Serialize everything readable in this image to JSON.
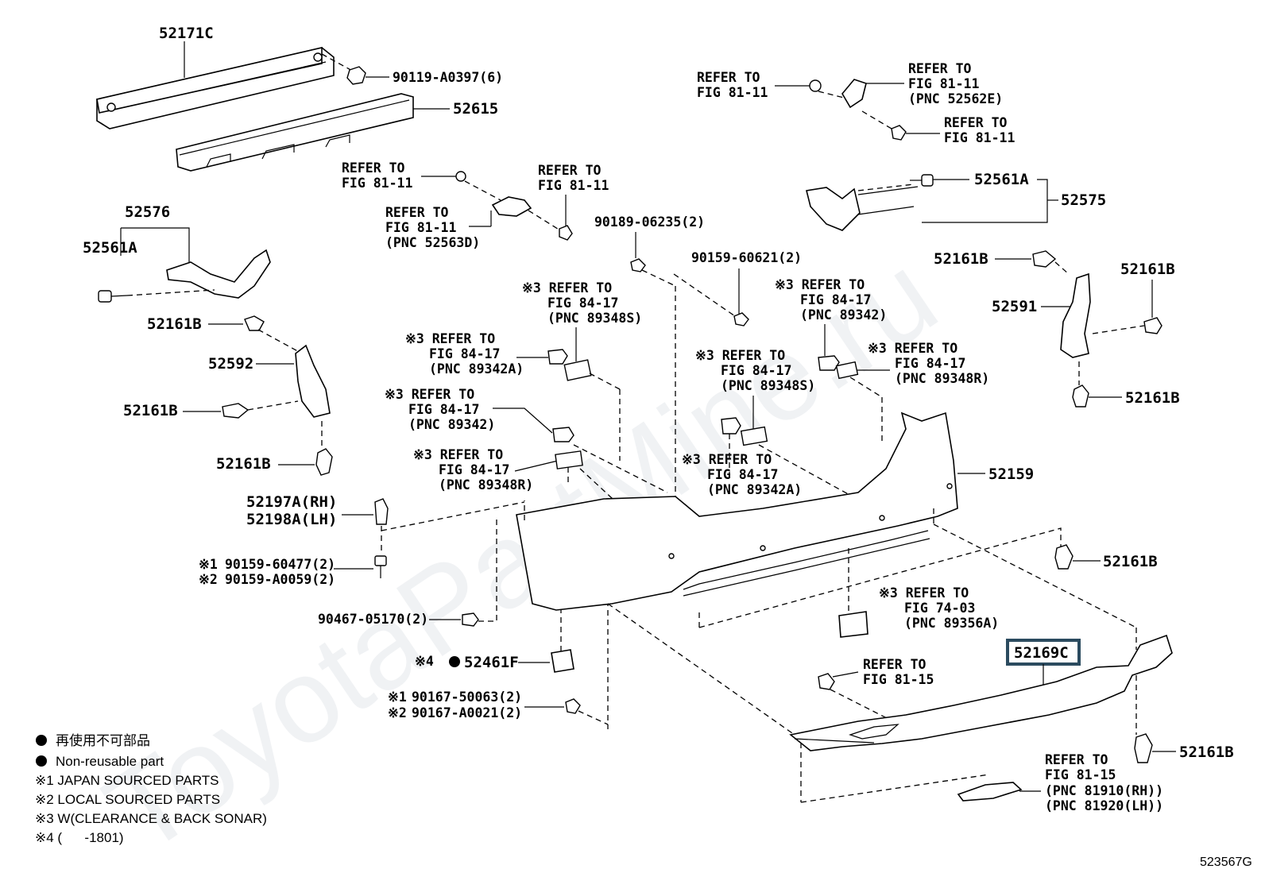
{
  "watermark": "ToyotaPartMine.ru",
  "figure_number": "523567G",
  "highlight_color": "#2b4b5f",
  "parts": {
    "reinforcement": "52171C",
    "bolt_top": "90119-A0397(6)",
    "absorber": "52615",
    "retainer_lh": "52576",
    "screw_lh": "52561A",
    "clip_1": "52161B",
    "bracket_lh": "52592",
    "clip_2": "52161B",
    "clip_3": "52161B",
    "bracket_rh_label": "52197A(RH)",
    "bracket_lh_label": "52198A(LH)",
    "screw_a1": "90159-60477(2)",
    "screw_a2": "90159-A0059(2)",
    "screw_b": "90467-05170(2)",
    "cap": "52461F",
    "screw_c1": "90167-50063(2)",
    "screw_c2": "90167-A0021(2)",
    "nut_a": "90189-06235(2)",
    "nut_b": "90159-60621(2)",
    "screw_rh": "52561A",
    "retainer_rh": "52575",
    "clip_rh1": "52161B",
    "clip_rh2": "52161B",
    "bracket_rh": "52591",
    "clip_rh3": "52161B",
    "cover": "52159",
    "clip_rh4": "52161B",
    "spoiler": "52169C",
    "clip_rh5": "52161B"
  },
  "refs": {
    "r1": [
      "REFER TO",
      "FIG 81-11"
    ],
    "r2": [
      "REFER TO",
      "FIG 81-11",
      "(PNC 52562E)"
    ],
    "r3": [
      "REFER TO",
      "FIG 81-11"
    ],
    "r4": [
      "REFER TO",
      "FIG 81-11"
    ],
    "r5": [
      "REFER TO",
      "FIG 81-11"
    ],
    "r6": [
      "REFER TO",
      "FIG 81-11",
      "(PNC 52563D)"
    ],
    "r7": [
      "※3 REFER TO",
      "FIG 84-17",
      "(PNC 89348S)"
    ],
    "r8": [
      "※3 REFER TO",
      "FIG 84-17",
      "(PNC 89342A)"
    ],
    "r9": [
      "※3 REFER TO",
      "FIG 84-17",
      "(PNC 89342)"
    ],
    "r10": [
      "※3 REFER TO",
      "FIG 84-17",
      "(PNC 89348R)"
    ],
    "r11": [
      "※3 REFER TO",
      "FIG 84-17",
      "(PNC 89342)"
    ],
    "r12": [
      "※3 REFER TO",
      "FIG 84-17",
      "(PNC 89348S)"
    ],
    "r13": [
      "※3 REFER TO",
      "FIG 84-17",
      "(PNC 89348R)"
    ],
    "r14": [
      "※3 REFER TO",
      "FIG 84-17",
      "(PNC 89342A)"
    ],
    "r15": [
      "※3 REFER TO",
      "FIG 74-03",
      "(PNC 89356A)"
    ],
    "r16": [
      "REFER TO",
      "FIG 81-15"
    ],
    "r17": [
      "REFER TO",
      "FIG 81-15",
      "(PNC 81910(RH))",
      "(PNC 81920(LH))"
    ]
  },
  "marks": {
    "m1": "※1",
    "m2": "※2",
    "m4": "※4"
  },
  "legend": {
    "jp": "再使用不可部品",
    "non_reusable": "Non-reusable part",
    "note1": "※1 JAPAN SOURCED PARTS",
    "note2": "※2 LOCAL SOURCED PARTS",
    "note3": "※3 W(CLEARANCE & BACK SONAR)",
    "note4": "※4 (      -1801)"
  }
}
